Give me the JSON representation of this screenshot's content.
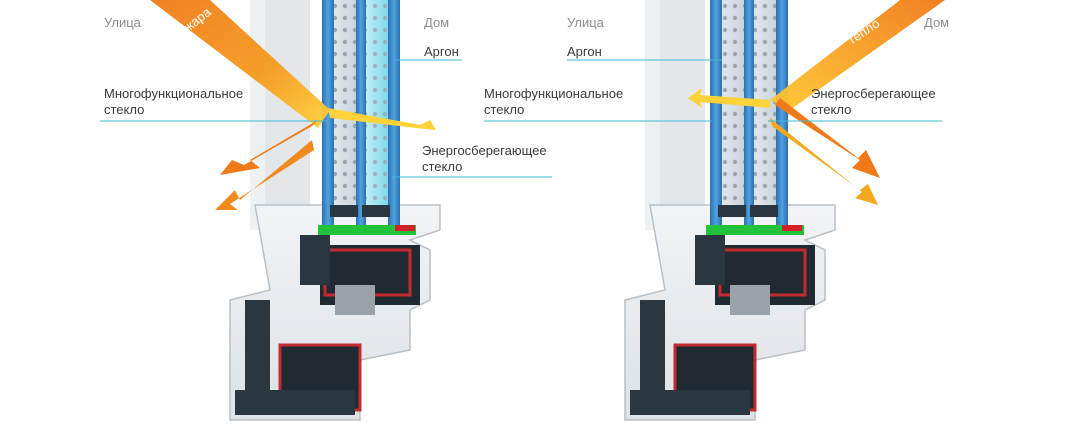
{
  "left": {
    "outside_label": "Улица",
    "inside_label": "Дом",
    "beam_label": "жара",
    "argon_label": "Аргон",
    "multi_glass_label": [
      "Многофункциональное",
      "стекло"
    ],
    "energy_glass_label": [
      "Энергосберегающее",
      "стекло"
    ]
  },
  "right": {
    "outside_label": "Улица",
    "inside_label": "Дом",
    "beam_label": "тепло",
    "argon_label": "Аргон",
    "multi_glass_label": [
      "Многофункциональное",
      "стекло"
    ],
    "energy_glass_label": [
      "Энергосберегающее",
      "стекло"
    ]
  },
  "colors": {
    "beam_orange": "#f08a1c",
    "beam_yellow": "#ffd23a",
    "glass_blue": "#3a8ed0",
    "glass_cyan": "#8fe3f0",
    "gasket_green": "#22c23a",
    "seal_red": "#d4202a",
    "frame_dark": "#1f2a33",
    "leader_line": "#3fb8d6"
  }
}
